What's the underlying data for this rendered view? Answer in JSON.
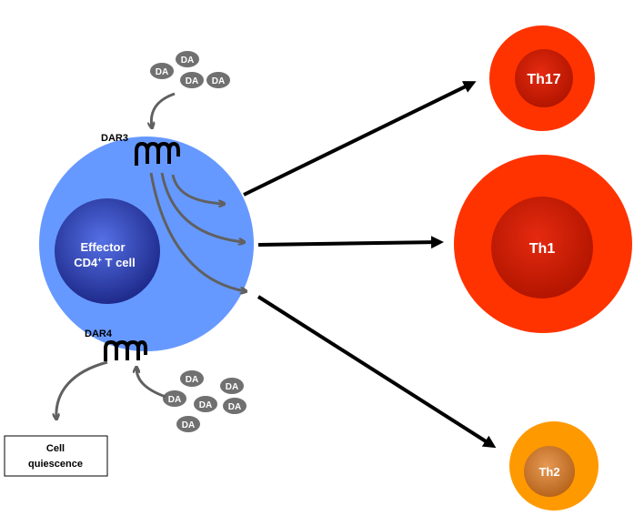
{
  "labels": {
    "effector_line1": "Effector",
    "effector_line2_prefix": "CD4",
    "effector_line2_sup": "+",
    "effector_line2_suffix": " T cell",
    "dar3": "DAR3",
    "dar4": "DAR4",
    "th17": "Th17",
    "th1": "Th1",
    "th2": "Th2",
    "quiescence_line1": "Cell",
    "quiescence_line2": "quiescence"
  },
  "dopamine": {
    "label": "DA",
    "top_cluster_count": 4,
    "bottom_cluster_count": 6
  },
  "colors": {
    "cell_outer": "#6699ff",
    "cell_nucleus": "#2d3fa8",
    "th17_outer": "#ff3300",
    "th17_inner": "#cc1a00",
    "th1_outer": "#ff3300",
    "th1_inner": "#cc1a00",
    "th2_outer": "#ff9900",
    "th2_inner": "#cc7722",
    "da_molecule": "#707070",
    "curved_arrow": "#606060",
    "main_arrow": "#000000"
  }
}
